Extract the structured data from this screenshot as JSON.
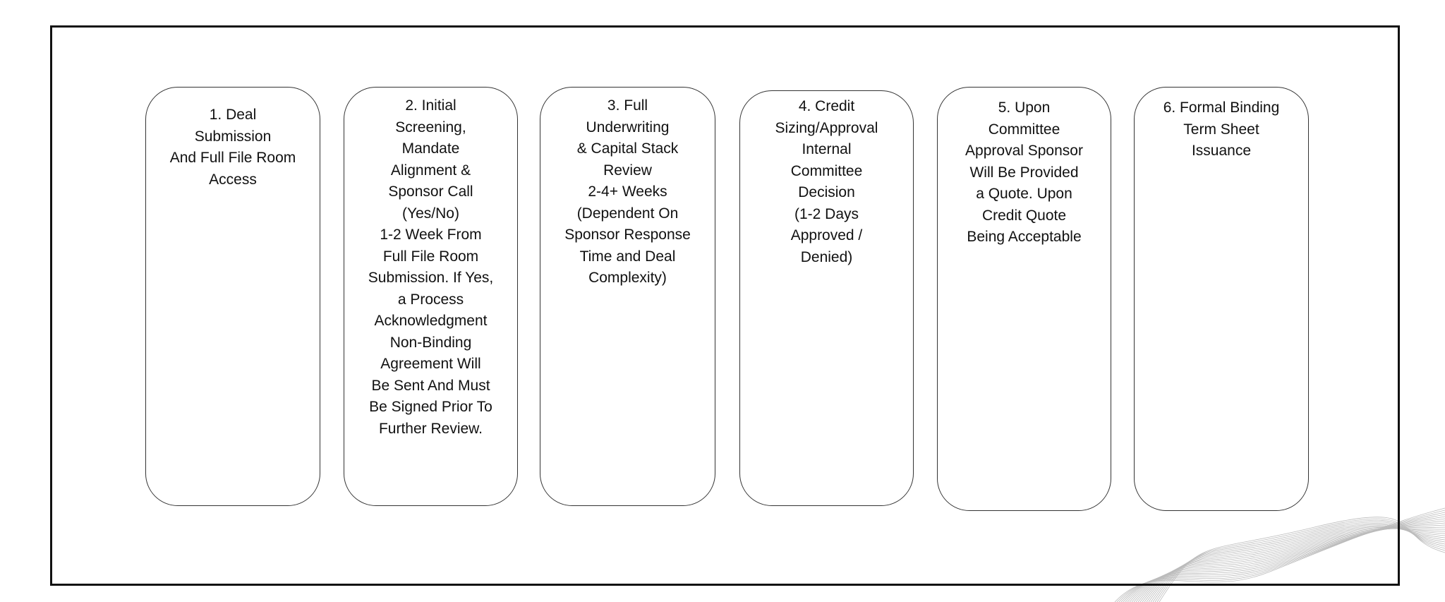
{
  "steps": [
    {
      "text": "1. Deal\nSubmission\nAnd Full File Room\nAccess"
    },
    {
      "text": "2. Initial\nScreening,\nMandate\nAlignment &\nSponsor Call\n(Yes/No)\n1-2 Week From\nFull File Room\nSubmission. If Yes,\na Process\nAcknowledgment\nNon-Binding\nAgreement Will\nBe Sent And Must\nBe Signed Prior To\nFurther Review."
    },
    {
      "text": "3. Full\nUnderwriting\n& Capital Stack\nReview\n2-4+ Weeks\n(Dependent On\nSponsor Response\nTime and Deal\nComplexity)"
    },
    {
      "text": "4. Credit\nSizing/Approval\nInternal\nCommittee\nDecision\n(1-2 Days\nApproved /\nDenied)"
    },
    {
      "text": "5. Upon\nCommittee\nApproval Sponsor\nWill Be Provided\na Quote. Upon\nCredit Quote\nBeing Acceptable"
    },
    {
      "text": "6. Formal Binding\nTerm Sheet\nIssuance"
    }
  ]
}
